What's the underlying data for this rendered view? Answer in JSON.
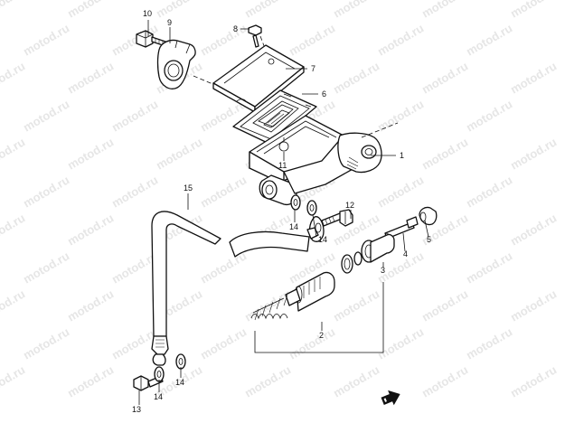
{
  "watermark": "motod.ru",
  "labels": {
    "p1": "1",
    "p2": "2",
    "p3": "3",
    "p4": "4",
    "p5": "5",
    "p6": "6",
    "p7": "7",
    "p8": "8",
    "p9": "9",
    "p10": "10",
    "p11": "11",
    "p12": "12",
    "p13": "13",
    "p14a": "14",
    "p14b": "14",
    "p14c": "14",
    "p14d": "14",
    "p15": "15"
  },
  "colors": {
    "line": "#111111",
    "watermark": "#e6e6e6",
    "background": "#ffffff"
  },
  "icons": {
    "direction": "forward-arrow-icon"
  }
}
